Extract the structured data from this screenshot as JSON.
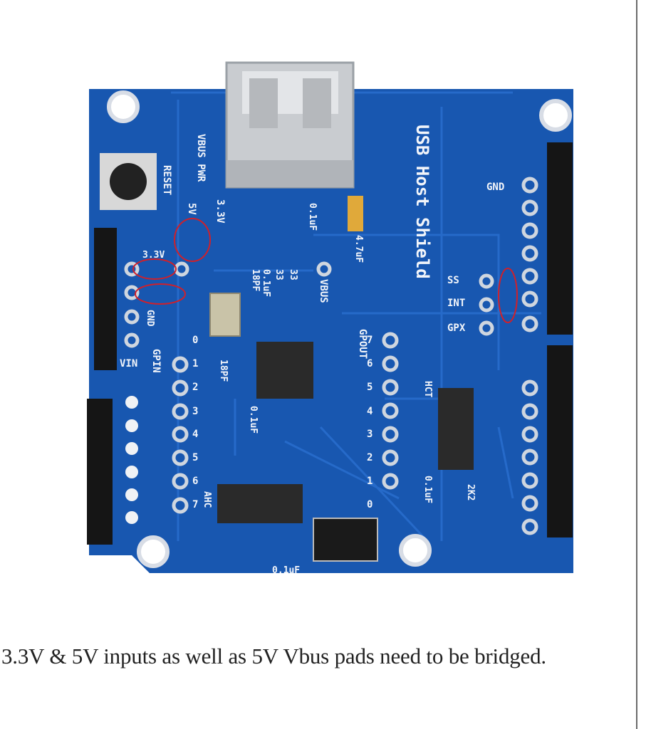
{
  "caption": "3.3V & 5V inputs as well as 5V Vbus pads need to be bridged.",
  "board": {
    "title": "USB Host Shield",
    "labels": {
      "gnd_right": "GND",
      "ss": "SS",
      "int": "INT",
      "gpx": "GPX",
      "reset": "RESET",
      "vbus_pwr": "VBUS PWR",
      "v5": "5V",
      "v33_top": "3.3V",
      "v33_left": "3.3V",
      "gnd_left": "GND",
      "vin": "VIN",
      "gpin": "GPIN",
      "gpout": "GPOUT",
      "vbus": "VBUS",
      "cap_01uf_top": "0.1uF",
      "cap_47uf": "4.7uF",
      "pf18_a": "18PF",
      "pf18_b": "18PF",
      "cap_01uf_mid": "0.1uF",
      "r33_a": "33",
      "r33_b": "33",
      "hct": "HCT",
      "ahc": "AHC",
      "r2k2": "2K2",
      "cap_01uf_right": "0.1uF",
      "cap_01uf_bottom": "0.1uF",
      "cap_01uf_chip": "0.1uF"
    },
    "gpin_numbers": [
      "0",
      "1",
      "2",
      "3",
      "4",
      "5",
      "6",
      "7"
    ],
    "gpout_numbers": [
      "7",
      "6",
      "5",
      "4",
      "3",
      "2",
      "1",
      "0"
    ],
    "colors": {
      "pcb": "#1857b0",
      "trace": "#2a6fd0",
      "highlight": "#d0202a",
      "header": "#151515"
    }
  }
}
